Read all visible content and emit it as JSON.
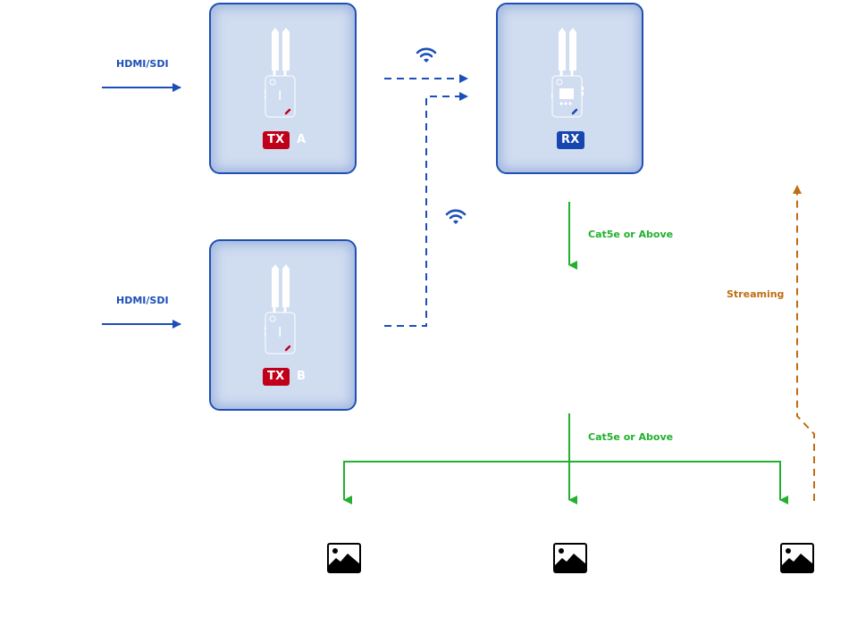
{
  "diagram": {
    "inputs": [
      {
        "id": "input-a",
        "label": "HDMI/SDI"
      },
      {
        "id": "input-b",
        "label": "HDMI/SDI"
      }
    ],
    "devices": [
      {
        "id": "tx-a",
        "badge": "TX",
        "suffix": "A",
        "role": "transmitter",
        "badge_color": "#c0001a"
      },
      {
        "id": "tx-b",
        "badge": "TX",
        "suffix": "B",
        "role": "transmitter",
        "badge_color": "#c0001a"
      },
      {
        "id": "rx",
        "badge": "RX",
        "suffix": "",
        "role": "receiver",
        "badge_color": "#1746b0"
      }
    ],
    "links": {
      "wireless_icon": "wifi-icon",
      "cable_label_upper": "Cat5e or Above",
      "cable_label_lower": "Cat5e or Above",
      "streaming_label": "Streaming"
    },
    "outputs": [
      {
        "id": "display-1",
        "icon": "image-icon"
      },
      {
        "id": "display-2",
        "icon": "image-icon"
      },
      {
        "id": "display-3",
        "icon": "image-icon"
      }
    ],
    "colors": {
      "video_signal": "#1c4fb8",
      "wireless": "#1c4fb8",
      "cable": "#22b02e",
      "streaming": "#c06d14",
      "card_border": "#1f4fb3",
      "card_fill": "#d0dcf0"
    }
  }
}
